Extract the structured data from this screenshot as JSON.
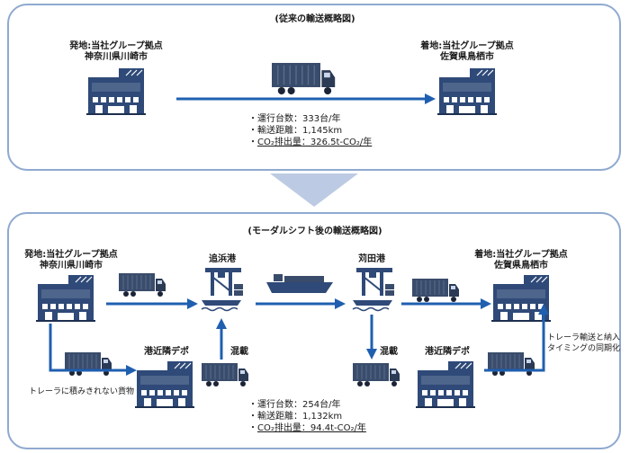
{
  "conventional": {
    "title": "(従来の輸送概略図)",
    "origin": {
      "label": "発地:当社グループ拠点",
      "place": "神奈川県川崎市"
    },
    "destination": {
      "label": "着地:当社グループ拠点",
      "place": "佐賀県鳥栖市"
    },
    "stats": {
      "trips": "・運行台数：333台/年",
      "distance": "・輸送距離：1,145km",
      "co2_prefix": "・",
      "co2_label": "CO₂排出量",
      "co2_value": "：326.5t-CO₂/年"
    }
  },
  "modal_shift": {
    "title": "(モーダルシフト後の輸送概略図)",
    "origin": {
      "label": "発地:当社グループ拠点",
      "place": "神奈川県川崎市"
    },
    "destination": {
      "label": "着地:当社グループ拠点",
      "place": "佐賀県鳥栖市"
    },
    "port_origin": "追浜港",
    "port_destination": "苅田港",
    "depot_origin": "港近隣デポ",
    "depot_destination": "港近隣デポ",
    "mixed_origin": "混載",
    "mixed_destination": "混載",
    "note_unloadable": "トレーラに積みきれない貨物",
    "note_sync_line1": "トレーラ輸送と納入",
    "note_sync_line2": "タイミングの同期化",
    "stats": {
      "trips": "・運行台数：254台/年",
      "distance": "・輸送距離：1,132km",
      "co2_prefix": "・",
      "co2_label": "CO₂排出量",
      "co2_value": "：94.4t-CO₂/年"
    }
  },
  "colors": {
    "panel_border": "#8fa9cf",
    "building": "#2f4a78",
    "arrow": "#1f5fb0",
    "down_arrow": "#bccbe3",
    "vehicle": "#3a4c6b"
  }
}
